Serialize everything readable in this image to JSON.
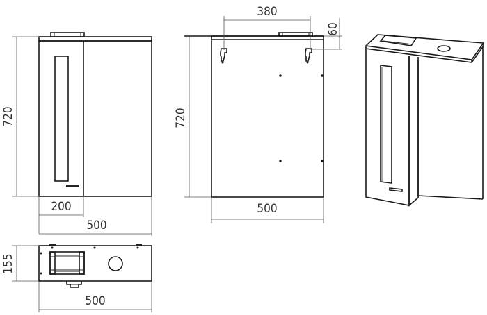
{
  "drawing": {
    "subject": "Mirror cabinet technical drawing",
    "views": {
      "front": {
        "height_label": "720",
        "door_width_label": "200",
        "overall_width_label": "500"
      },
      "back": {
        "height_label": "720",
        "hanger_spacing_label": "380",
        "hanger_offset_label": "60",
        "overall_width_label": "500"
      },
      "top": {
        "depth_label": "155",
        "overall_width_label": "500"
      },
      "isometric": {
        "label": ""
      }
    },
    "colors": {
      "line": "#222222",
      "dimension": "#555555",
      "text": "#333333",
      "background": "#ffffff"
    }
  }
}
